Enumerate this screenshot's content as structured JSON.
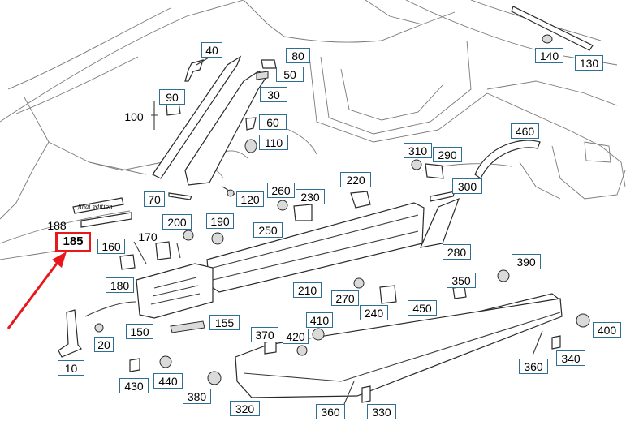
{
  "diagram": {
    "labels": [
      {
        "id": "40",
        "text": "40"
      },
      {
        "id": "80",
        "text": "80"
      },
      {
        "id": "50",
        "text": "50"
      },
      {
        "id": "90",
        "text": "90"
      },
      {
        "id": "100",
        "text": "100"
      },
      {
        "id": "30",
        "text": "30"
      },
      {
        "id": "60",
        "text": "60"
      },
      {
        "id": "110",
        "text": "110"
      },
      {
        "id": "140",
        "text": "140"
      },
      {
        "id": "130",
        "text": "130"
      },
      {
        "id": "460",
        "text": "460"
      },
      {
        "id": "310",
        "text": "310"
      },
      {
        "id": "290",
        "text": "290"
      },
      {
        "id": "220",
        "text": "220"
      },
      {
        "id": "300",
        "text": "300"
      },
      {
        "id": "260",
        "text": "260"
      },
      {
        "id": "230",
        "text": "230"
      },
      {
        "id": "70",
        "text": "70"
      },
      {
        "id": "120",
        "text": "120"
      },
      {
        "id": "188",
        "text": "188"
      },
      {
        "id": "185",
        "text": "185"
      },
      {
        "id": "200",
        "text": "200"
      },
      {
        "id": "190",
        "text": "190"
      },
      {
        "id": "250",
        "text": "250"
      },
      {
        "id": "170",
        "text": "170"
      },
      {
        "id": "160",
        "text": "160"
      },
      {
        "id": "280",
        "text": "280"
      },
      {
        "id": "390",
        "text": "390"
      },
      {
        "id": "350",
        "text": "350"
      },
      {
        "id": "180",
        "text": "180"
      },
      {
        "id": "210",
        "text": "210"
      },
      {
        "id": "270",
        "text": "270"
      },
      {
        "id": "240",
        "text": "240"
      },
      {
        "id": "450",
        "text": "450"
      },
      {
        "id": "410",
        "text": "410"
      },
      {
        "id": "155",
        "text": "155"
      },
      {
        "id": "150",
        "text": "150"
      },
      {
        "id": "420",
        "text": "420"
      },
      {
        "id": "370",
        "text": "370"
      },
      {
        "id": "400",
        "text": "400"
      },
      {
        "id": "20",
        "text": "20"
      },
      {
        "id": "10",
        "text": "10"
      },
      {
        "id": "340",
        "text": "340"
      },
      {
        "id": "360a",
        "text": "360"
      },
      {
        "id": "430",
        "text": "430"
      },
      {
        "id": "440",
        "text": "440"
      },
      {
        "id": "380",
        "text": "380"
      },
      {
        "id": "320",
        "text": "320"
      },
      {
        "id": "360b",
        "text": "360"
      },
      {
        "id": "330",
        "text": "330"
      }
    ],
    "badge_text": "final edition",
    "colors": {
      "label_border": "#2e6f94",
      "highlight": "#e8171c",
      "line": "#3a3a3a"
    }
  }
}
